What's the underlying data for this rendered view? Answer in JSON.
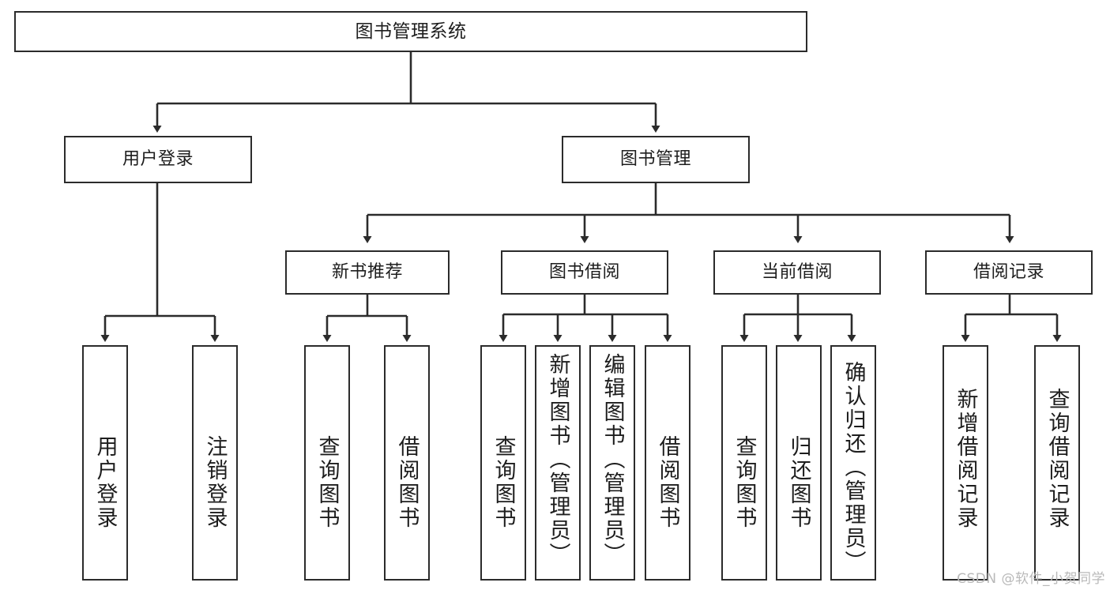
{
  "diagram": {
    "title": "图书管理系统",
    "type": "tree-hierarchy-chart",
    "background_color": "#ffffff",
    "line_color": "#2b2b2b",
    "text_color": "#1d1d1d"
  },
  "levels": {
    "root": {
      "label": "图书管理系统"
    },
    "level2": [
      {
        "label": "用户登录"
      },
      {
        "label": "图书管理"
      }
    ],
    "level3": [
      {
        "label": "新书推荐"
      },
      {
        "label": "图书借阅"
      },
      {
        "label": "当前借阅"
      },
      {
        "label": "借阅记录"
      }
    ],
    "leaves": {
      "user_login": [
        {
          "label": "用户登录"
        },
        {
          "label": "注销登录"
        }
      ],
      "new_book_recommend": [
        {
          "label": "查询图书"
        },
        {
          "label": "借阅图书"
        }
      ],
      "book_borrow": [
        {
          "label": "查询图书"
        },
        {
          "label": "新增图书（管理员）"
        },
        {
          "label": "编辑图书（管理员）"
        },
        {
          "label": "借阅图书"
        }
      ],
      "current_borrow": [
        {
          "label": "查询图书"
        },
        {
          "label": "归还图书"
        },
        {
          "label": "确认归还（管理员）"
        }
      ],
      "borrow_record": [
        {
          "label": "新增借阅记录"
        },
        {
          "label": "查询借阅记录"
        }
      ]
    }
  },
  "watermark": {
    "text": "CSDN @软件_小贺同学"
  }
}
